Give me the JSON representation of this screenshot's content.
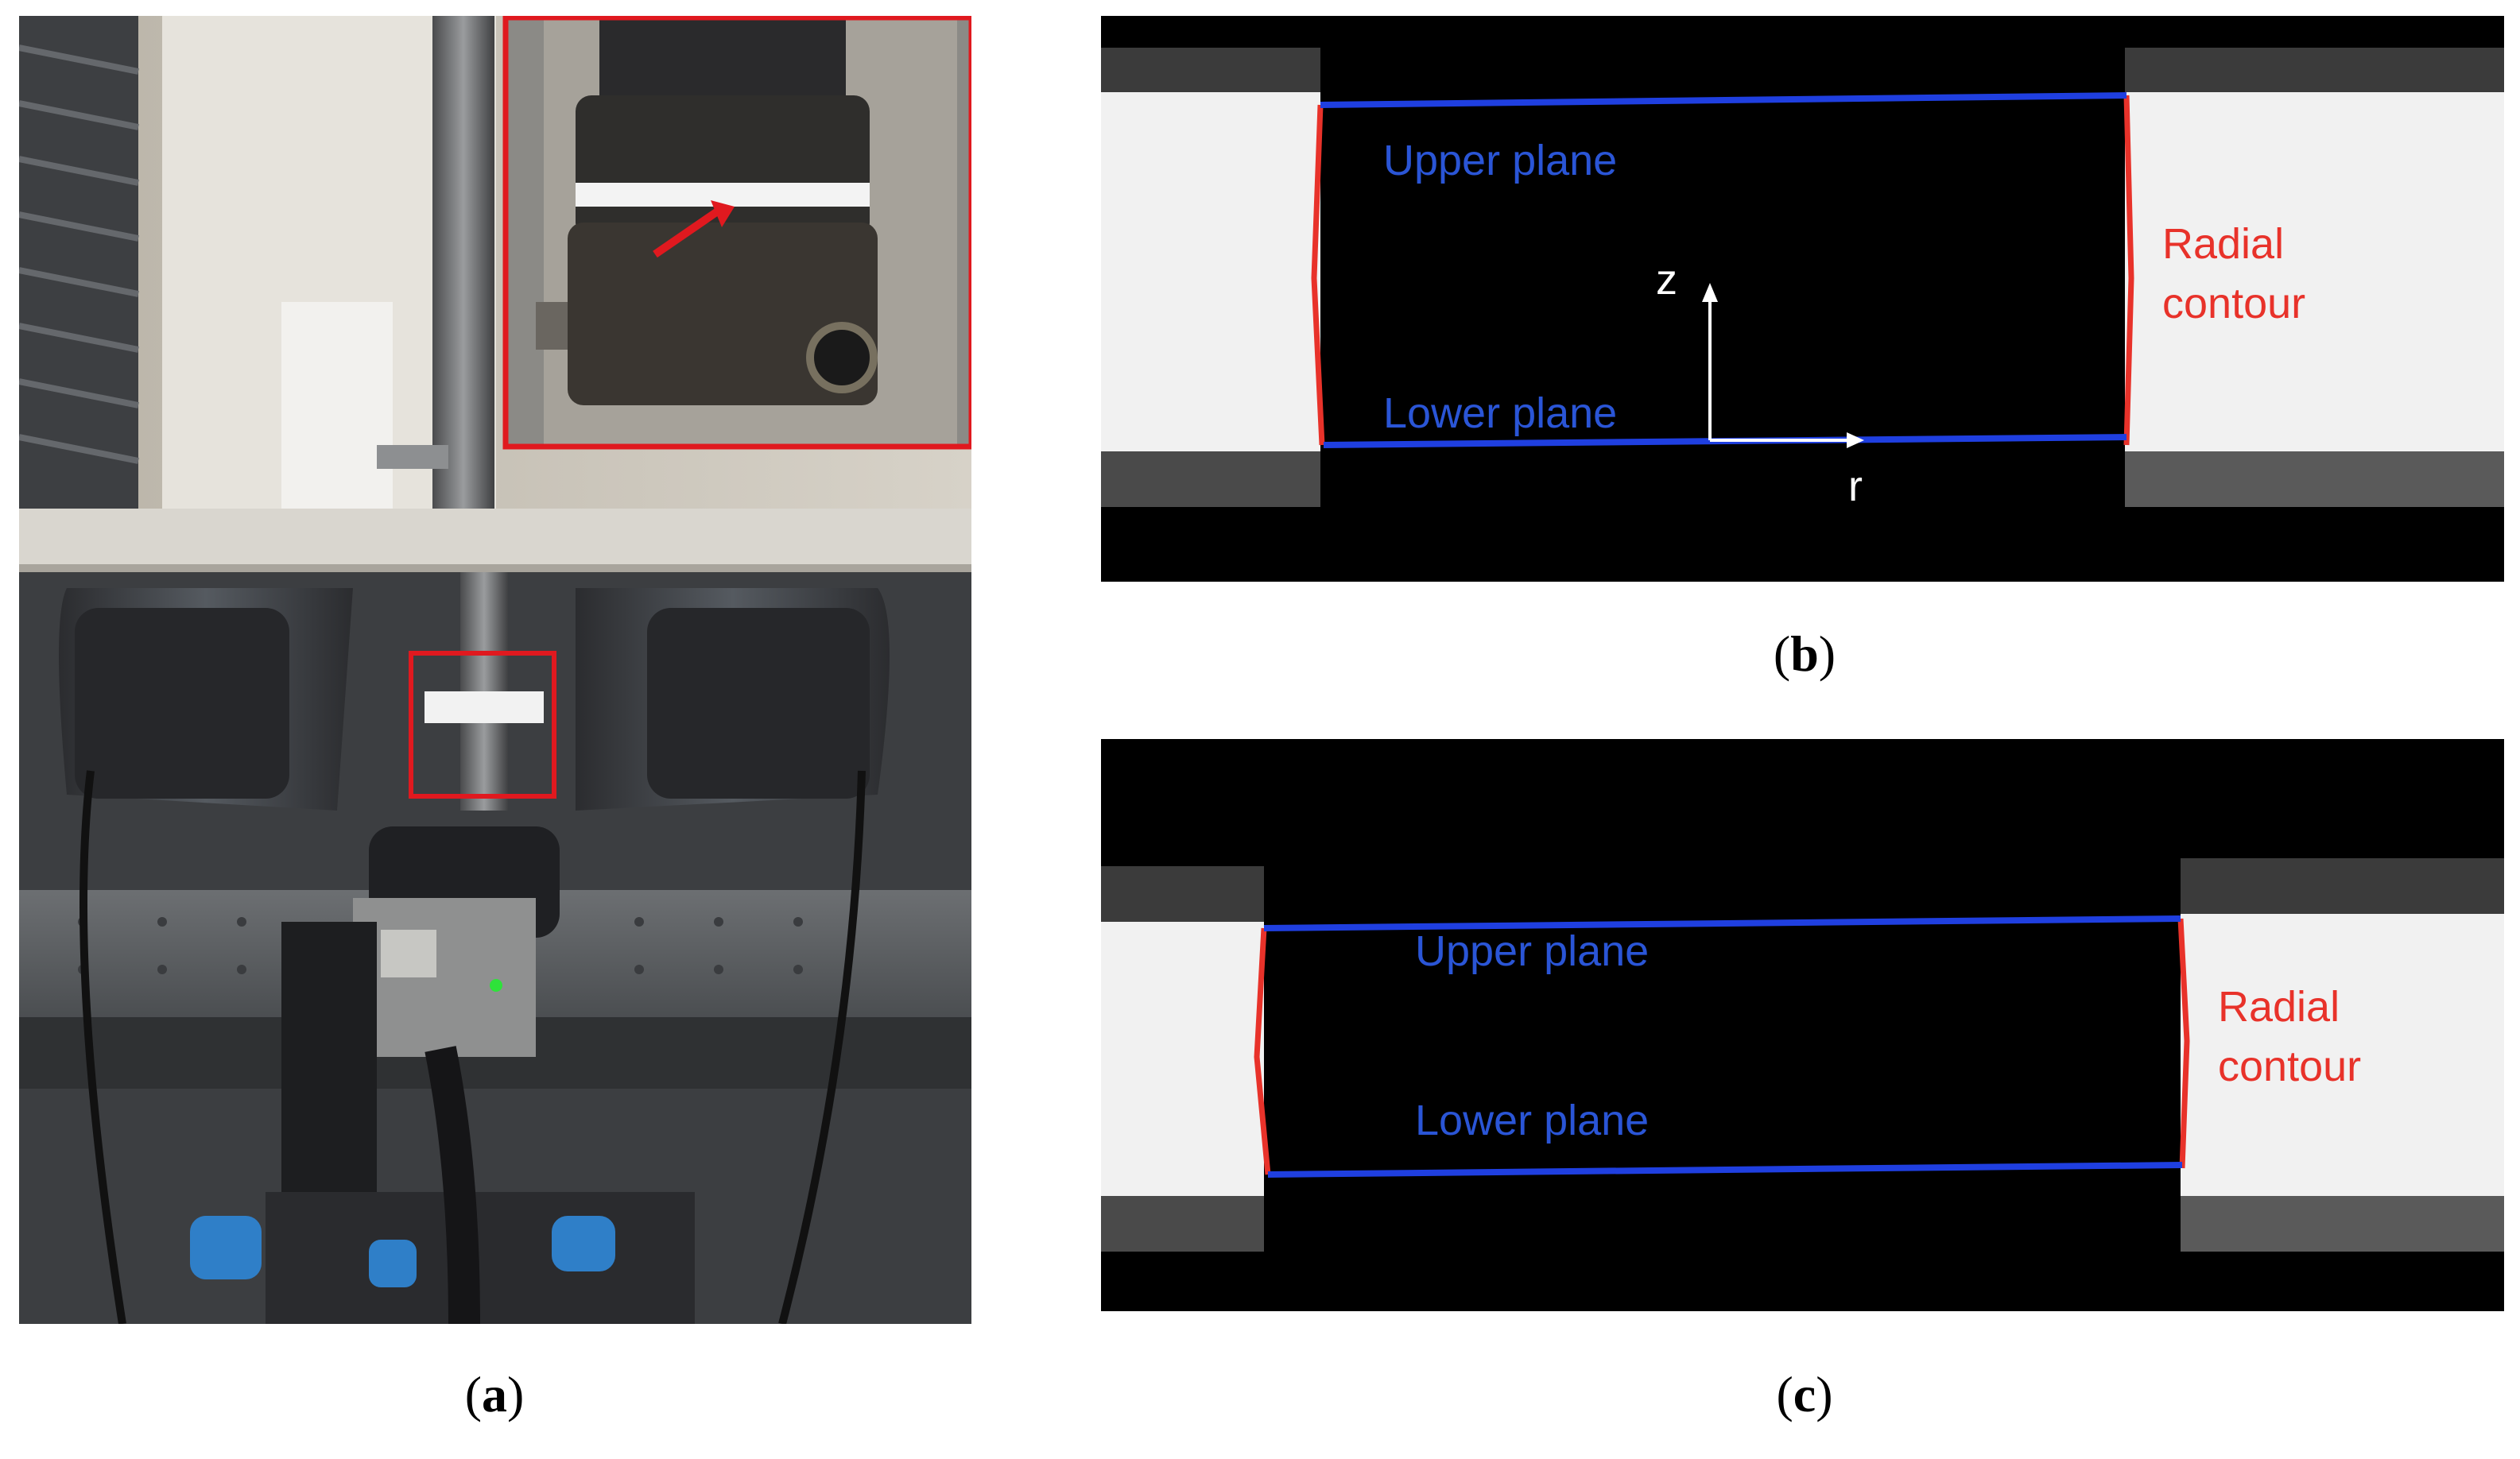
{
  "captions": {
    "a": "a",
    "b": "b",
    "c": "c"
  },
  "panel_b": {
    "upper_label": "Upper plane",
    "lower_label": "Lower plane",
    "radial_label_line1": "Radial",
    "radial_label_line2": "contour",
    "z_axis": "z",
    "r_axis": "r"
  },
  "panel_c": {
    "upper_label": "Upper plane",
    "lower_label": "Lower plane",
    "radial_label_line1": "Radial",
    "radial_label_line2": "contour"
  },
  "colors": {
    "plane_line": "#1f3fe0",
    "plane_text": "#2a55d6",
    "contour": "#e8322a",
    "highlight_box": "#e0191f"
  }
}
